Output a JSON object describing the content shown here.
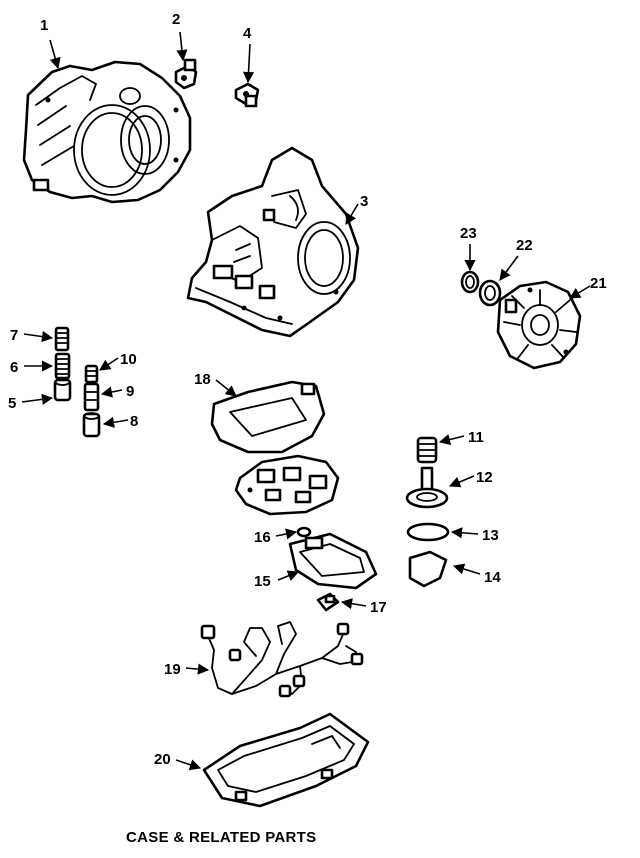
{
  "caption": "CASE & RELATED PARTS",
  "callouts": [
    "1",
    "2",
    "3",
    "4",
    "5",
    "6",
    "7",
    "8",
    "9",
    "10",
    "11",
    "12",
    "13",
    "14",
    "15",
    "16",
    "17",
    "18",
    "19",
    "20",
    "21",
    "22",
    "23"
  ]
}
